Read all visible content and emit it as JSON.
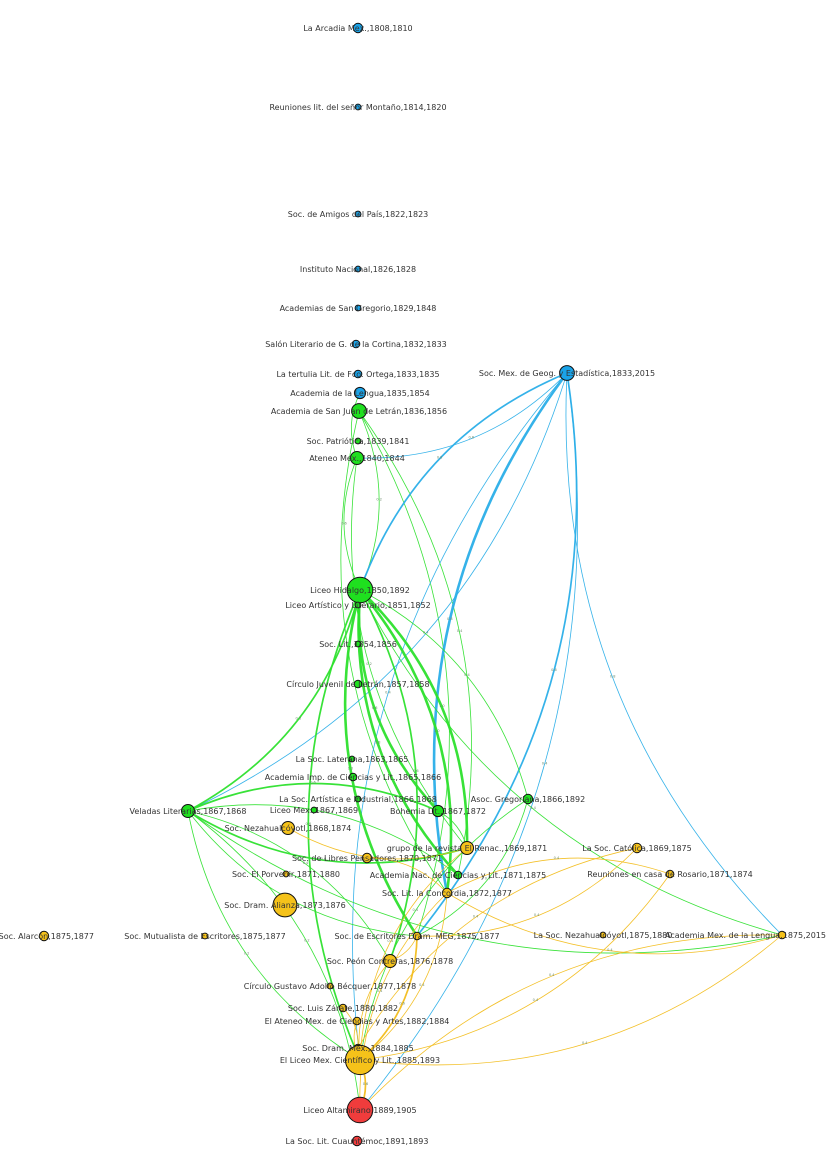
{
  "colors": {
    "blue": "#1aa3e8",
    "green": "#1fe01f",
    "yellow": "#f5c21a",
    "red": "#f03c3c",
    "edge_blue": "#2aaee8",
    "edge_green": "#2de02d",
    "edge_yellow": "#f2bd1c"
  },
  "nodes": [
    {
      "id": "arcadia",
      "label": "La Arcadia Mex.,1808,1810",
      "color": "blue",
      "size": 3
    },
    {
      "id": "montano",
      "label": "Reuniones lit. del señor Montaño,1814,1820",
      "color": "blue",
      "size": 1
    },
    {
      "id": "amigos",
      "label": "Soc. de Amigos del País,1822,1823",
      "color": "blue",
      "size": 1
    },
    {
      "id": "instituto",
      "label": "Instituto Nacional,1826,1828",
      "color": "blue",
      "size": 1
    },
    {
      "id": "sangregorio",
      "label": "Academias de San Gregorio,1829,1848",
      "color": "blue",
      "size": 1
    },
    {
      "id": "salon",
      "label": "Salón Literario de G. de la Cortina,1832,1833",
      "color": "blue",
      "size": 2
    },
    {
      "id": "tertulia",
      "label": "La tertulia Lit. de Fco. Ortega,1833,1835",
      "color": "blue",
      "size": 2
    },
    {
      "id": "acadlengua",
      "label": "Academia de la Lengua,1835,1854",
      "color": "blue",
      "size": 4
    },
    {
      "id": "sanjuan",
      "label": "Academia de San Juan de Letrán,1836,1856",
      "color": "green",
      "size": 6
    },
    {
      "id": "patriotica",
      "label": "Soc. Patriótica,1839,1841",
      "color": "green",
      "size": 1
    },
    {
      "id": "ateneo",
      "label": "Ateneo Mex.,1840,1844",
      "color": "green",
      "size": 5
    },
    {
      "id": "geog",
      "label": "Soc. Mex. de Geog. y Estadística,1833,2015",
      "color": "blue",
      "size": 6
    },
    {
      "id": "hidalgo",
      "label": "Liceo Hidalgo,1850,1892",
      "color": "green",
      "size": 12
    },
    {
      "id": "artistico",
      "label": "Liceo Artístico y Literario,1851,1852",
      "color": "green",
      "size": 1
    },
    {
      "id": "soclit",
      "label": "Soc. Lit.,1854,1856",
      "color": "green",
      "size": 1
    },
    {
      "id": "circulo",
      "label": "Círculo Juvenil de Letrán,1857,1858",
      "color": "green",
      "size": 2
    },
    {
      "id": "laterana",
      "label": "La Soc. Laterana,1863,1865",
      "color": "green",
      "size": 1
    },
    {
      "id": "acadimp",
      "label": "Academia Imp. de Ciencias y Lit.,1865,1866",
      "color": "green",
      "size": 2
    },
    {
      "id": "veladas",
      "label": "Veladas Literarias,1867,1868",
      "color": "green",
      "size": 5
    },
    {
      "id": "sartistica",
      "label": "La Soc. Artística e Industrial,1866,1868",
      "color": "green",
      "size": 1
    },
    {
      "id": "liceomex",
      "label": "Liceo Mex.,1867,1869",
      "color": "green",
      "size": 1
    },
    {
      "id": "bohemia",
      "label": "Bohemia Lit.,1867,1872",
      "color": "green",
      "size": 4
    },
    {
      "id": "gregoriana",
      "label": "Asoc. Gregoriana,1866,1892",
      "color": "green",
      "size": 3
    },
    {
      "id": "nezahual68",
      "label": "Soc. Nezahualcóyotl,1868,1874",
      "color": "yellow",
      "size": 5
    },
    {
      "id": "renac",
      "label": "grupo de la revista El Renac.,1869,1871",
      "color": "yellow",
      "size": 5
    },
    {
      "id": "catolica",
      "label": "La Soc. Católica,1869,1875",
      "color": "yellow",
      "size": 3
    },
    {
      "id": "librespens",
      "label": "Soc. de Libres Pensadores,1870,1871",
      "color": "yellow",
      "size": 3
    },
    {
      "id": "acadnac",
      "label": "Academia Nac. de Ciencias y Lit.,1871,1875",
      "color": "green",
      "size": 2
    },
    {
      "id": "rosario",
      "label": "Reuniones en casa de Rosario,1871,1874",
      "color": "yellow",
      "size": 2
    },
    {
      "id": "porvenir",
      "label": "Soc. El Porvenir,1871,1880",
      "color": "yellow",
      "size": 1
    },
    {
      "id": "concordia",
      "label": "Soc. Lit. la Concordia,1872,1877",
      "color": "yellow",
      "size": 3
    },
    {
      "id": "alianza",
      "label": "Soc. Dram. Alianza,1873,1876",
      "color": "yellow",
      "size": 11
    },
    {
      "id": "alarcon",
      "label": "La Soc. Alarcón,1875,1877",
      "color": "yellow",
      "size": 3
    },
    {
      "id": "mutualista",
      "label": "Soc. Mutualista de Escritores,1875,1877",
      "color": "yellow",
      "size": 1
    },
    {
      "id": "escritores",
      "label": "Soc. de Escritores Dram. MEG,1875,1877",
      "color": "yellow",
      "size": 2
    },
    {
      "id": "nezahual75",
      "label": "La Soc. Nezahualcóyotl,1875,1880",
      "color": "yellow",
      "size": 1
    },
    {
      "id": "acadmexlengua",
      "label": "Academia Mex. de la Lengua,1875,2015",
      "color": "yellow",
      "size": 2
    },
    {
      "id": "peon",
      "label": "Soc. Peón Contreras,1876,1878",
      "color": "yellow",
      "size": 5
    },
    {
      "id": "becquer",
      "label": "Círculo Gustavo Adolfo Bécquer,1877,1878",
      "color": "yellow",
      "size": 1
    },
    {
      "id": "zarate",
      "label": "Soc. Luis Zárate,1880,1882",
      "color": "yellow",
      "size": 2
    },
    {
      "id": "ateneomex",
      "label": "El Ateneo Mex. de Ciencias y Artes,1882,1884",
      "color": "yellow",
      "size": 2
    },
    {
      "id": "drammex",
      "label": "Soc. Dram. Mex.,1884,1885",
      "color": "yellow",
      "size": 2
    },
    {
      "id": "liceocient",
      "label": "El Liceo Mex. Científico y Lit.,1885,1893",
      "color": "yellow",
      "size": 14
    },
    {
      "id": "altamirano",
      "label": "Liceo Altamirano,1889,1905",
      "color": "red",
      "size": 12
    },
    {
      "id": "cuauhtemoc",
      "label": "La Soc. Lit. Cuauhtémoc,1891,1893",
      "color": "red",
      "size": 3
    }
  ],
  "edges": [
    {
      "s": "acadlengua",
      "t": "ateneo",
      "w": 1,
      "label": "",
      "color": "edge_green"
    },
    {
      "s": "sanjuan",
      "t": "hidalgo",
      "w": 1,
      "label": "0.2",
      "color": "edge_green"
    },
    {
      "s": "ateneo",
      "t": "hidalgo",
      "w": 1,
      "label": "0.6",
      "color": "edge_green"
    },
    {
      "s": "sanjuan",
      "t": "acadnac",
      "w": 1,
      "label": "0.4",
      "color": "edge_green"
    },
    {
      "s": "sanjuan",
      "t": "concordia",
      "w": 1,
      "label": "",
      "color": "edge_green"
    },
    {
      "s": "sanjuan",
      "t": "escritores",
      "w": 1,
      "label": "",
      "color": "edge_green"
    },
    {
      "s": "ateneo",
      "t": "renac",
      "w": 1,
      "label": "0.2",
      "color": "edge_green"
    },
    {
      "s": "geog",
      "t": "ateneo",
      "w": 1,
      "label": "0.6",
      "color": "edge_blue"
    },
    {
      "s": "geog",
      "t": "hidalgo",
      "w": 2,
      "label": "0.8",
      "color": "edge_blue"
    },
    {
      "s": "geog",
      "t": "veladas",
      "w": 1,
      "label": "0.4",
      "color": "edge_blue"
    },
    {
      "s": "geog",
      "t": "concordia",
      "w": 3,
      "label": "0.8",
      "color": "edge_blue"
    },
    {
      "s": "geog",
      "t": "escritores",
      "w": 2,
      "label": "0.6",
      "color": "edge_blue"
    },
    {
      "s": "geog",
      "t": "liceocient",
      "w": 1,
      "label": "0.4",
      "color": "edge_blue"
    },
    {
      "s": "geog",
      "t": "altamirano",
      "w": 1,
      "label": "0.4",
      "color": "edge_blue"
    },
    {
      "s": "geog",
      "t": "acadmexlengua",
      "w": 1,
      "label": "0.8",
      "color": "edge_blue"
    },
    {
      "s": "hidalgo",
      "t": "veladas",
      "w": 2,
      "label": "0.8",
      "color": "edge_green"
    },
    {
      "s": "hidalgo",
      "t": "bohemia",
      "w": 3,
      "label": "0.6",
      "color": "edge_green"
    },
    {
      "s": "hidalgo",
      "t": "renac",
      "w": 3,
      "label": "1.0",
      "color": "edge_green"
    },
    {
      "s": "hidalgo",
      "t": "acadnac",
      "w": 3,
      "label": "0.8",
      "color": "edge_green"
    },
    {
      "s": "hidalgo",
      "t": "concordia",
      "w": 3,
      "label": "1.0",
      "color": "edge_green"
    },
    {
      "s": "hidalgo",
      "t": "escritores",
      "w": 3,
      "label": "1.0",
      "color": "edge_green"
    },
    {
      "s": "hidalgo",
      "t": "peon",
      "w": 2,
      "label": "0.6",
      "color": "edge_green"
    },
    {
      "s": "hidalgo",
      "t": "liceocient",
      "w": 2,
      "label": "0.6",
      "color": "edge_green"
    },
    {
      "s": "hidalgo",
      "t": "gregoriana",
      "w": 1,
      "label": "0.4",
      "color": "edge_green"
    },
    {
      "s": "hidalgo",
      "t": "acadmexlengua",
      "w": 1,
      "label": "0.4",
      "color": "edge_green"
    },
    {
      "s": "veladas",
      "t": "bohemia",
      "w": 2,
      "label": "0.6",
      "color": "edge_green"
    },
    {
      "s": "veladas",
      "t": "renac",
      "w": 2,
      "label": "0.6",
      "color": "edge_green"
    },
    {
      "s": "veladas",
      "t": "acadnac",
      "w": 1,
      "label": "0.4",
      "color": "edge_green"
    },
    {
      "s": "veladas",
      "t": "escritores",
      "w": 1,
      "label": "0.4",
      "color": "edge_green"
    },
    {
      "s": "veladas",
      "t": "peon",
      "w": 1,
      "label": "0.4",
      "color": "edge_green"
    },
    {
      "s": "veladas",
      "t": "liceocient",
      "w": 1,
      "label": "0.2",
      "color": "edge_green"
    },
    {
      "s": "veladas",
      "t": "altamirano",
      "w": 1,
      "label": "0.2",
      "color": "edge_green"
    },
    {
      "s": "veladas",
      "t": "acadmexlengua",
      "w": 1,
      "label": "0.4",
      "color": "edge_green"
    },
    {
      "s": "gregoriana",
      "t": "escritores",
      "w": 1,
      "label": "0.4",
      "color": "edge_green"
    },
    {
      "s": "gregoriana",
      "t": "liceocient",
      "w": 1,
      "label": "0.4",
      "color": "edge_green"
    },
    {
      "s": "bohemia",
      "t": "renac",
      "w": 1,
      "label": "",
      "color": "edge_green"
    },
    {
      "s": "renac",
      "t": "liceocient",
      "w": 1,
      "label": "0.4",
      "color": "edge_yellow"
    },
    {
      "s": "concordia",
      "t": "rosario",
      "w": 1,
      "label": "0.4",
      "color": "edge_yellow"
    },
    {
      "s": "concordia",
      "t": "acadmexlengua",
      "w": 1,
      "label": "0.4",
      "color": "edge_yellow"
    },
    {
      "s": "concordia",
      "t": "liceocient",
      "w": 1,
      "label": "0.4",
      "color": "edge_yellow"
    },
    {
      "s": "escritores",
      "t": "catolica",
      "w": 1,
      "label": "0.4",
      "color": "edge_yellow"
    },
    {
      "s": "rosario",
      "t": "liceocient",
      "w": 1,
      "label": "0.4",
      "color": "edge_yellow"
    },
    {
      "s": "catolica",
      "t": "drammex",
      "w": 1,
      "label": "0.4",
      "color": "edge_yellow"
    },
    {
      "s": "acadmexlengua",
      "t": "liceocient",
      "w": 1,
      "label": "0.4",
      "color": "edge_yellow"
    },
    {
      "s": "acadmexlengua",
      "t": "altamirano",
      "w": 1,
      "label": "0.4",
      "color": "edge_yellow"
    },
    {
      "s": "librespens",
      "t": "concordia",
      "w": 1,
      "label": "",
      "color": "edge_yellow"
    },
    {
      "s": "nezahual68",
      "t": "renac",
      "w": 1,
      "label": "",
      "color": "edge_yellow"
    },
    {
      "s": "escritores",
      "t": "peon",
      "w": 1,
      "label": "",
      "color": "edge_yellow"
    },
    {
      "s": "peon",
      "t": "liceocient",
      "w": 1,
      "label": "0.4",
      "color": "edge_yellow"
    },
    {
      "s": "escritores",
      "t": "liceocient",
      "w": 2,
      "label": "0.6",
      "color": "edge_yellow"
    },
    {
      "s": "concordia",
      "t": "altamirano",
      "w": 1,
      "label": "0.4",
      "color": "edge_yellow"
    },
    {
      "s": "liceocient",
      "t": "altamirano",
      "w": 2,
      "label": "0.6",
      "color": "edge_yellow"
    },
    {
      "s": "ateneomex",
      "t": "liceocient",
      "w": 1,
      "label": "",
      "color": "edge_yellow"
    },
    {
      "s": "zarate",
      "t": "drammex",
      "w": 1,
      "label": "",
      "color": "edge_yellow"
    }
  ]
}
